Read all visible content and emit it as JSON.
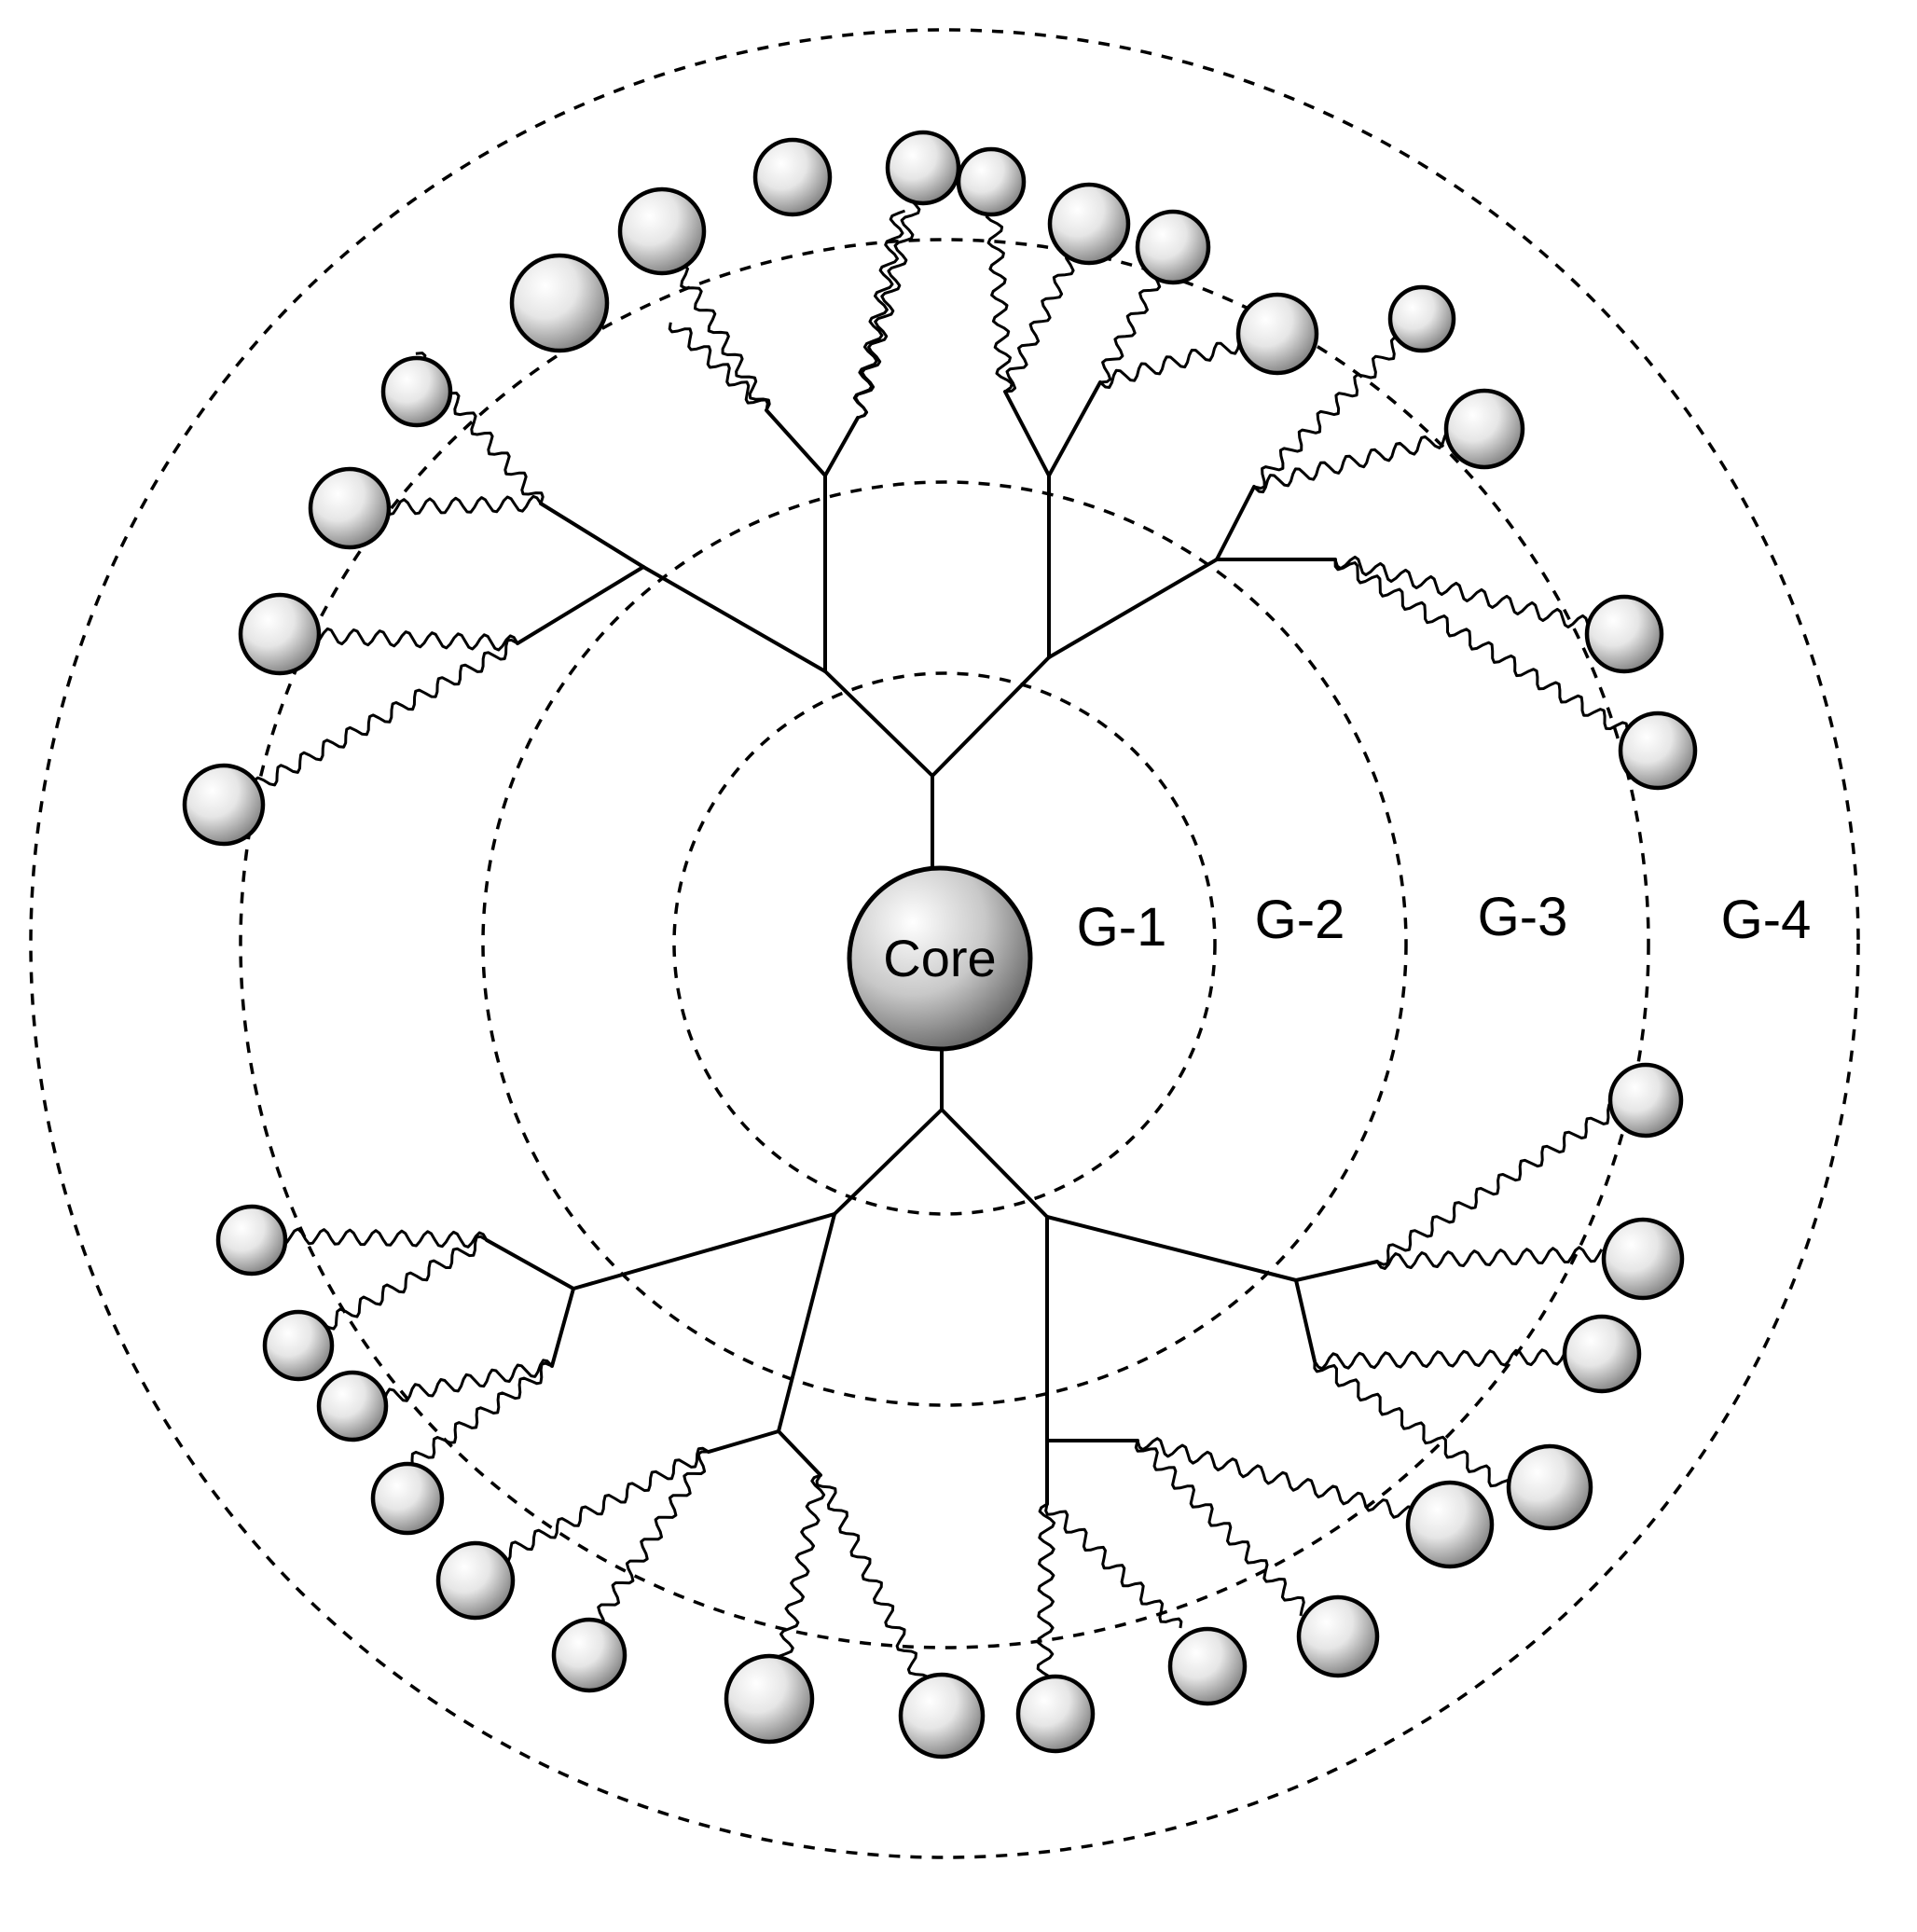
{
  "labels": {
    "core": "Core",
    "generations": [
      "G-1",
      "G-2",
      "G-3",
      "G-4"
    ]
  },
  "colors": {
    "line": "#000000",
    "background": "#ffffff",
    "bead_highlight": "#ffffff",
    "bead_shadow": "#7a7a7a"
  },
  "icons": {
    "end_group": "sphere-bead-icon",
    "core": "core-sphere-icon"
  }
}
